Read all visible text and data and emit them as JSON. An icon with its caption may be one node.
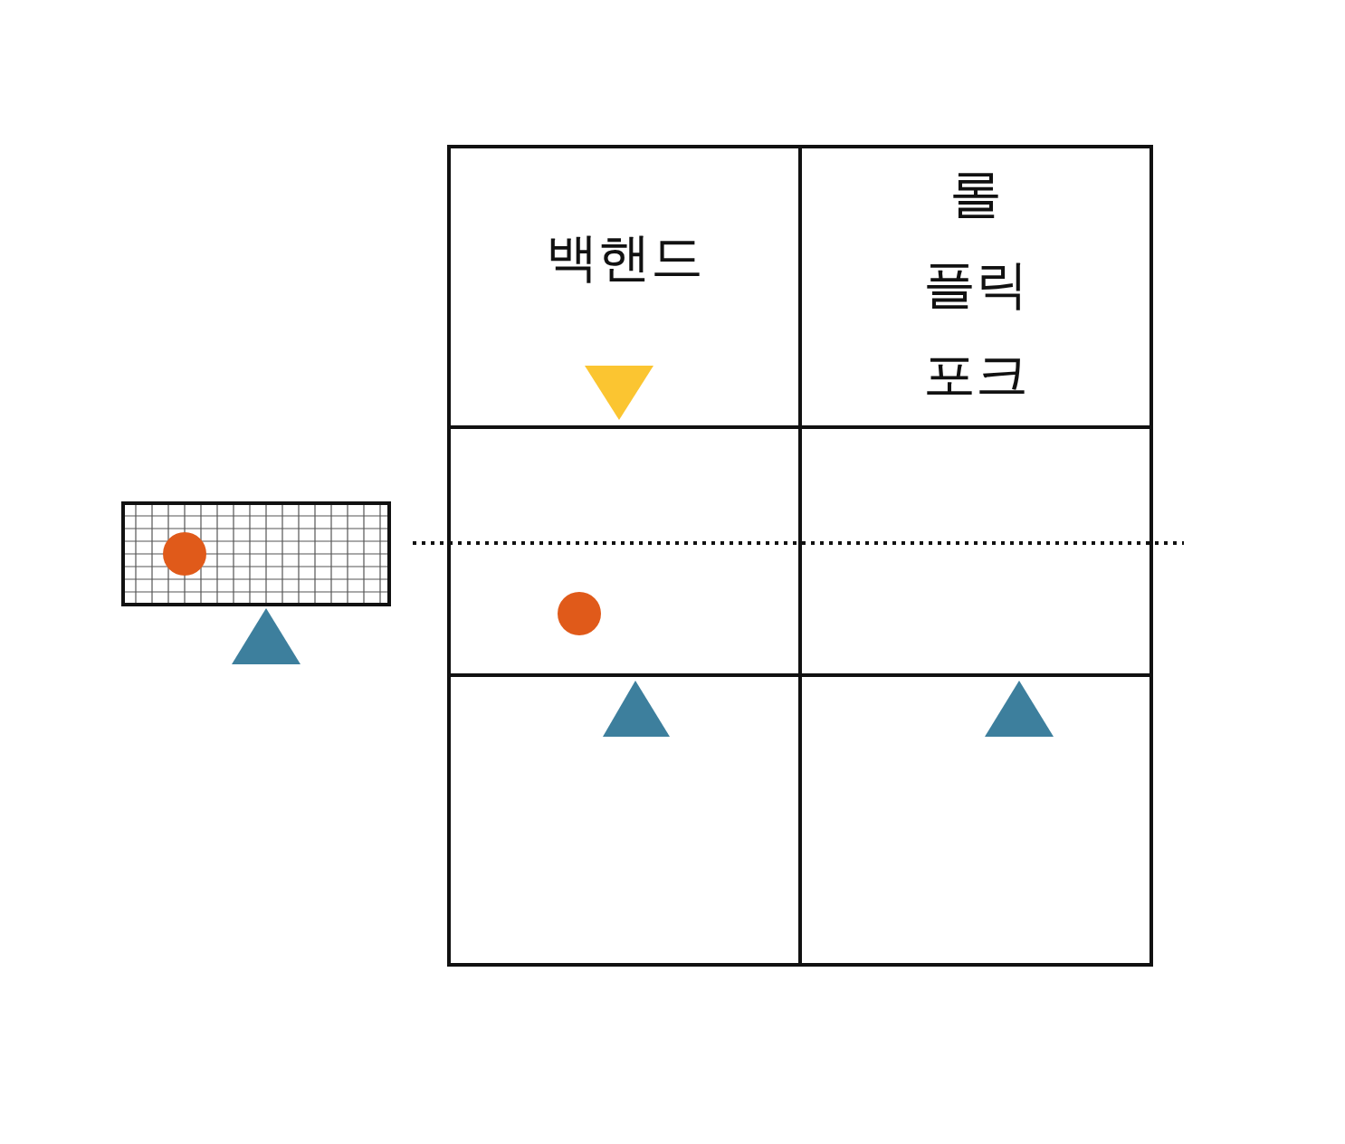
{
  "diagram": {
    "nodes": [
      {
        "text": [
          "백핸드"
        ]
      },
      {
        "text": [
          "롤 플릭 포크"
        ]
      },
      {
        "text": [],
        "shape": "box"
      },
      {
        "text": [],
        "shape": "box"
      },
      {
        "text": [],
        "shape": "box"
      },
      {
        "text": [],
        "shape": "box"
      }
    ]
  }
}
